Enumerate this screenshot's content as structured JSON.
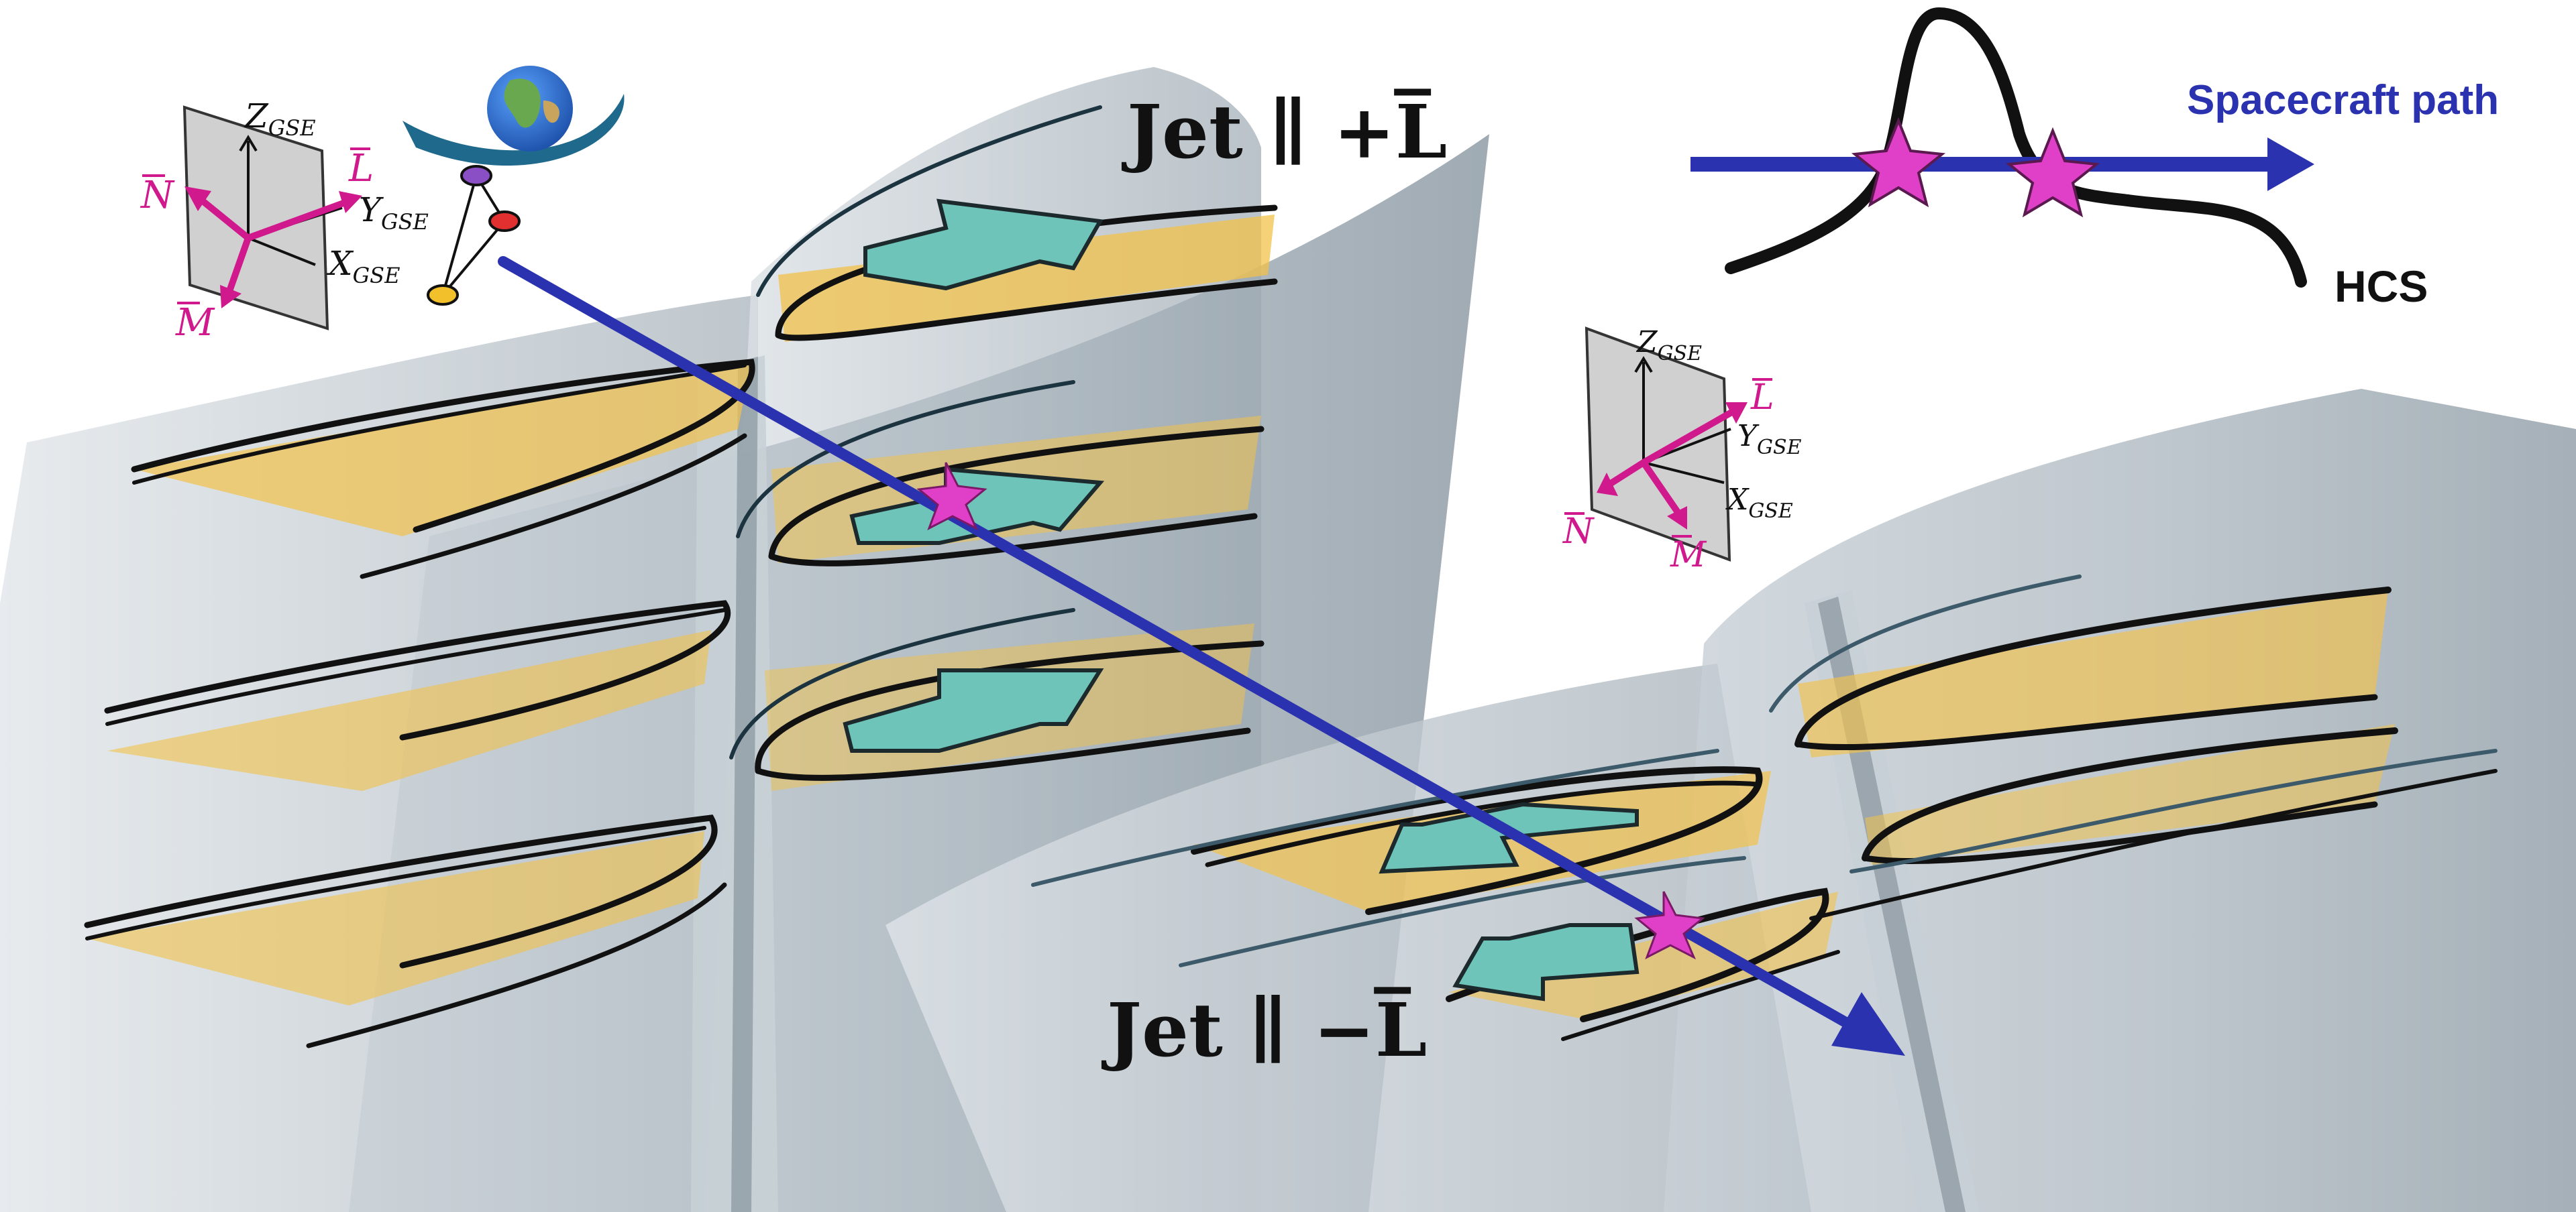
{
  "jet_labels": {
    "upper": "Jet ∥ +L̅",
    "lower": "Jet ∥ −L̅"
  },
  "inset": {
    "spacecraft_path_label": "Spacecraft path",
    "hcs_label": "HCS"
  },
  "frames": {
    "z": "Z",
    "y": "Y",
    "x": "X",
    "sub": "GSE",
    "n": "N",
    "m": "M",
    "l": "L"
  },
  "colors": {
    "path": "#2b32b0",
    "star": "#e040c8",
    "magenta": "#d0198c",
    "arrow_fill": "#6ec4b8",
    "sheet_fill": "#f2c24a",
    "slab": "#9aa7b0",
    "earth_ocean": "#2a6fd6",
    "earth_land": "#6aa84f"
  },
  "icons": [
    "earth-icon",
    "spacecraft-formation-icon",
    "star-marker-icon"
  ]
}
